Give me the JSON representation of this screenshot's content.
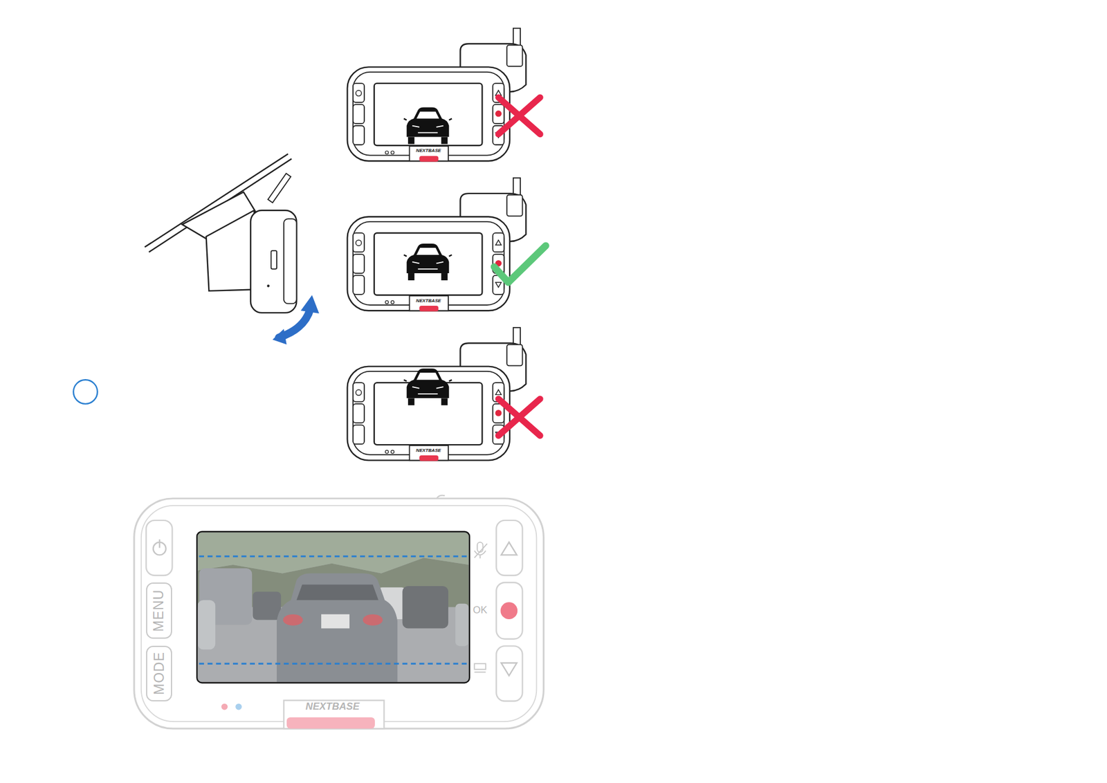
{
  "diagram": {
    "nodes": [
      {
        "text": [
          "MENU"
        ]
      },
      {
        "text": [
          "MODE"
        ]
      }
    ],
    "labels": [
      "NEXTBASE",
      "NEXTBASE",
      "NEXTBASE",
      "OK",
      "NEXTBASE"
    ]
  }
}
